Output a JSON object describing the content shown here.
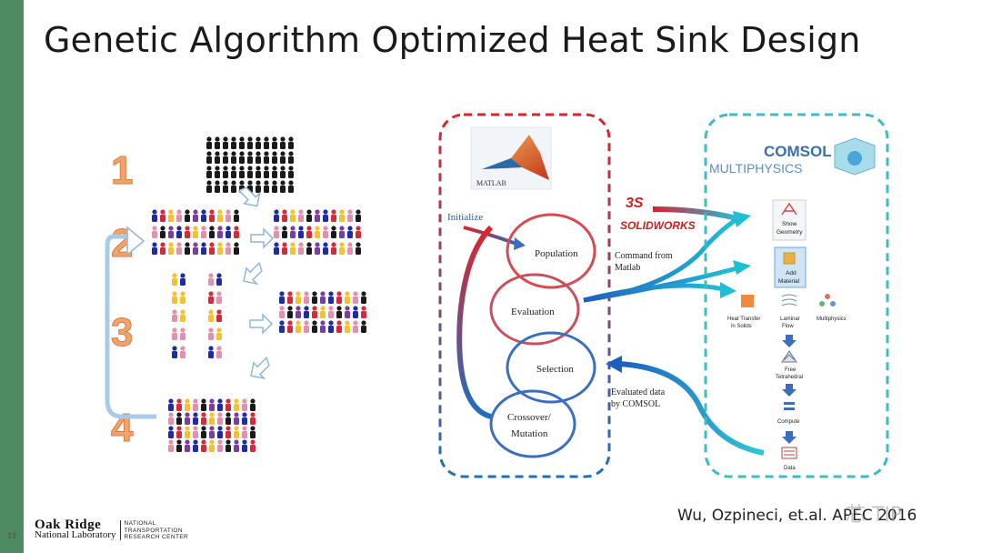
{
  "slide": {
    "title": "Genetic Algorithm Optimized Heat Sink Design",
    "page_number": "19",
    "citation": "Wu, Ozpineci, et.al. APEC 2016",
    "watermark": "芯 TIP"
  },
  "logo": {
    "line1": "Oak Ridge",
    "line2": "National Laboratory",
    "sub1": "NATIONAL",
    "sub2": "TRANSPORTATION",
    "sub3": "RESEARCH CENTER"
  },
  "ga_steps": {
    "step1": "1",
    "step2": "2",
    "step3": "3",
    "step4": "4"
  },
  "matlab_panel": {
    "product": "MATLAB",
    "initialize": "Initialize",
    "cycle": [
      "Population",
      "Evaluation",
      "Selection",
      "Crossover/",
      "Mutation"
    ],
    "border_color": "#d9534f"
  },
  "solidworks": {
    "label": "SOLIDWORKS",
    "color": "#cc1f1f"
  },
  "links": {
    "command_line1": "Command from",
    "command_line2": "Matlab",
    "evaluated_line1": "Evaluated data",
    "evaluated_line2": "by COMSOL"
  },
  "comsol_panel": {
    "brand_line1": "COMSOL",
    "brand_line2": "MULTIPHYSICS",
    "border_color": "#3cbcc4",
    "show_geometry_line1": "Show",
    "show_geometry_line2": "Geometry",
    "add_material_line1": "Add",
    "add_material_line2": "Material",
    "heat_transfer_line1": "Heat Transfer",
    "heat_transfer_line2": "in Solids",
    "laminar_line1": "Laminar",
    "laminar_line2": "Flow",
    "multiphysics": "Multiphysics",
    "free_tet_line1": "Free",
    "free_tet_line2": "Tetrahedral",
    "compute": "Compute",
    "data": "Data"
  }
}
